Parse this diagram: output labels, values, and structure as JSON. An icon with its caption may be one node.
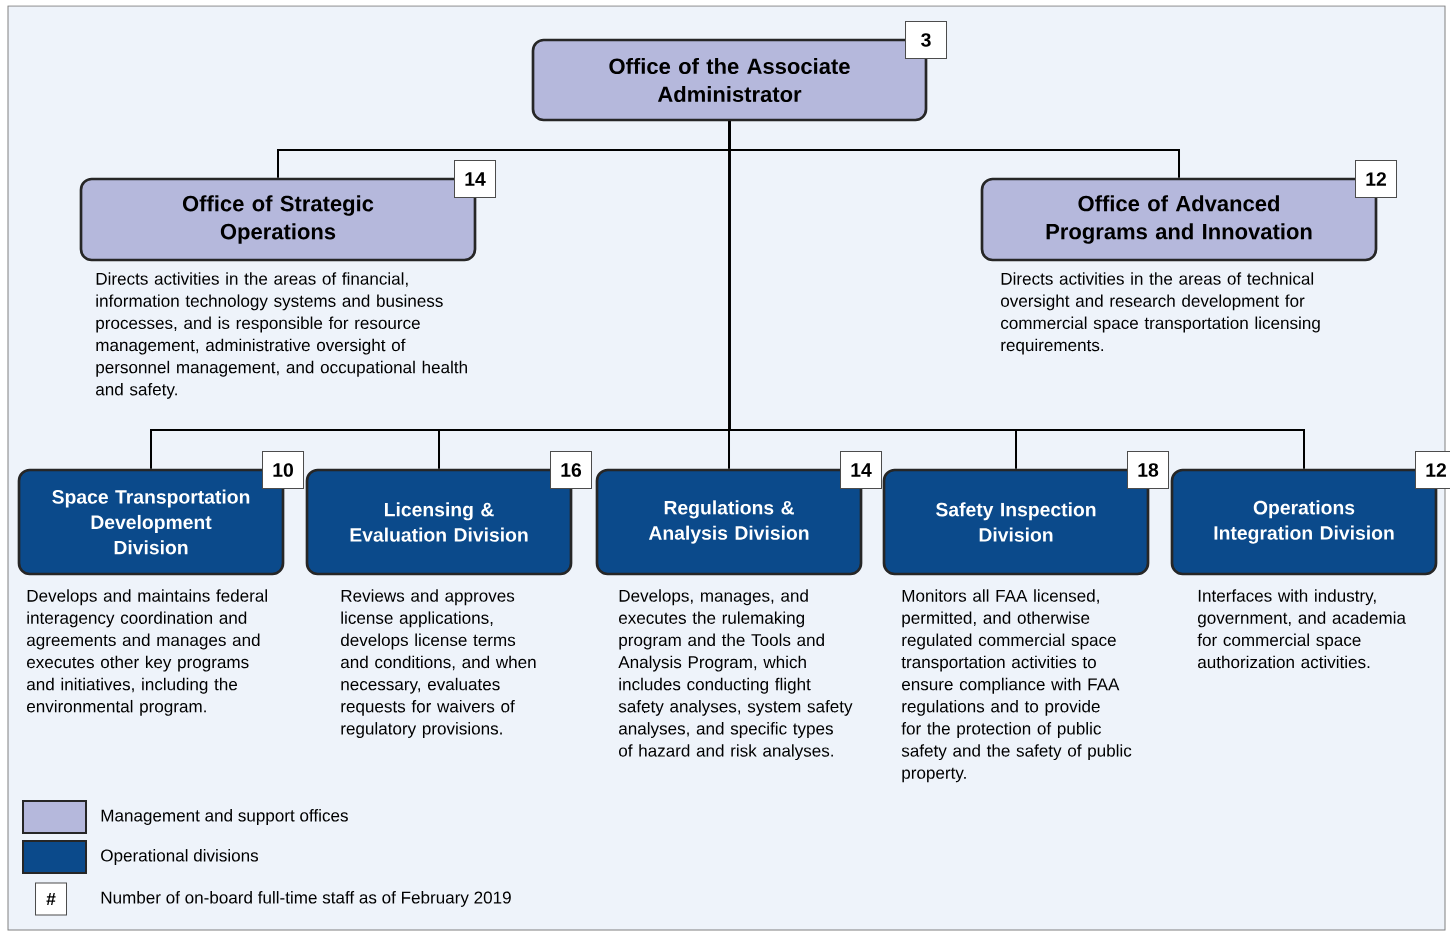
{
  "diagram": {
    "nodes": [
      {
        "text": [
          "Office of the Associate Administrator"
        ],
        "beside": [
          "3"
        ]
      },
      {
        "text": [
          "Office of Strategic Operations"
        ],
        "beside": [
          "14",
          "Directs activities in the areas of financial, information technology systems and business processes, and is responsible for resource management, administrative oversight of personnel management, and occupational health and safety."
        ]
      },
      {
        "text": [
          "Office of Advanced Programs and Innovation"
        ],
        "beside": [
          "12",
          "Directs activities in the areas of technical oversight and research development for commercial space transportation licensing requirements."
        ]
      },
      {
        "text": [
          "Space Transportation Development Division"
        ],
        "beside": [
          "10",
          "Develops and maintains federal interagency coordination and agreements and manages and executes other key programs and initiatives, including the environmental program."
        ]
      },
      {
        "text": [
          "Licensing & Evaluation Division"
        ],
        "beside": [
          "16",
          "Reviews and approves license applications, develops license terms and conditions, and when necessary, evaluates requests for waivers of regulatory provisions."
        ]
      },
      {
        "text": [
          "Regulations & Analysis Division"
        ],
        "beside": [
          "14",
          "Develops, manages, and executes the rulemaking program and the Tools and Analysis Program, which includes conducting flight safety analyses, system safety analyses, and specific types of hazard and risk analyses."
        ]
      },
      {
        "text": [
          "Safety Inspection Division"
        ],
        "beside": [
          "18",
          "Monitors all FAA licensed, permitted, and otherwise regulated commercial space transportation activities to ensure compliance with FAA regulations and to provide for the protection of public safety and the safety of public property."
        ]
      },
      {
        "text": [
          "Operations Integration Division"
        ],
        "beside": [
          "12",
          "Interfaces with industry, government, and academia for commercial space authorization activities."
        ]
      }
    ],
    "edges": [
      {
        "from": 0,
        "to": 1,
        "arrow": "none"
      },
      {
        "from": 0,
        "to": 2,
        "arrow": "none"
      },
      {
        "from": 0,
        "to": 3,
        "arrow": "none"
      },
      {
        "from": 0,
        "to": 4,
        "arrow": "none"
      },
      {
        "from": 0,
        "to": 5,
        "arrow": "none"
      },
      {
        "from": 0,
        "to": 6,
        "arrow": "none"
      },
      {
        "from": 0,
        "to": 7,
        "arrow": "none"
      }
    ],
    "labels": [
      "#"
    ],
    "legend": [
      {
        "text": "Management and support offices",
        "color": "#b5b8dc"
      },
      {
        "text": "Operational divisions",
        "color": "#0b4a8b"
      },
      {
        "text": "Number of on-board full-time staff as of February 2019"
      }
    ]
  }
}
